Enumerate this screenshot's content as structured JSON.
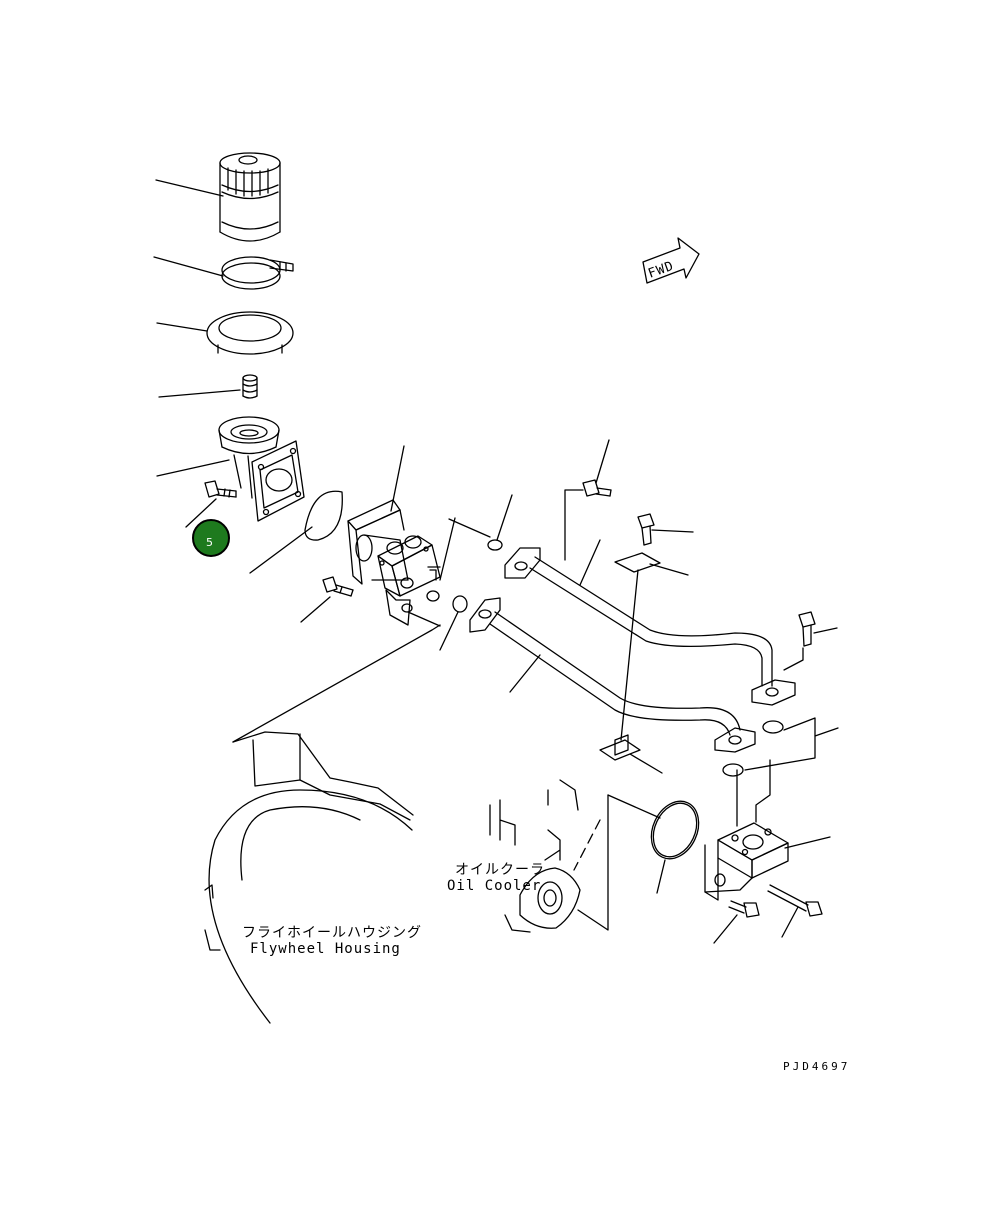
{
  "diagram": {
    "oil_cooler_label_jp": "オイルクーラ",
    "oil_cooler_label_en": "Oil Cooler",
    "flywheel_housing_label_jp": "フライホイールハウジング",
    "flywheel_housing_label_en": "Flywheel Housing",
    "fwd_label": "FWD",
    "drawing_code": "PJD4697",
    "callout_badge": {
      "number": "5",
      "color": "#1e7a1e"
    }
  }
}
